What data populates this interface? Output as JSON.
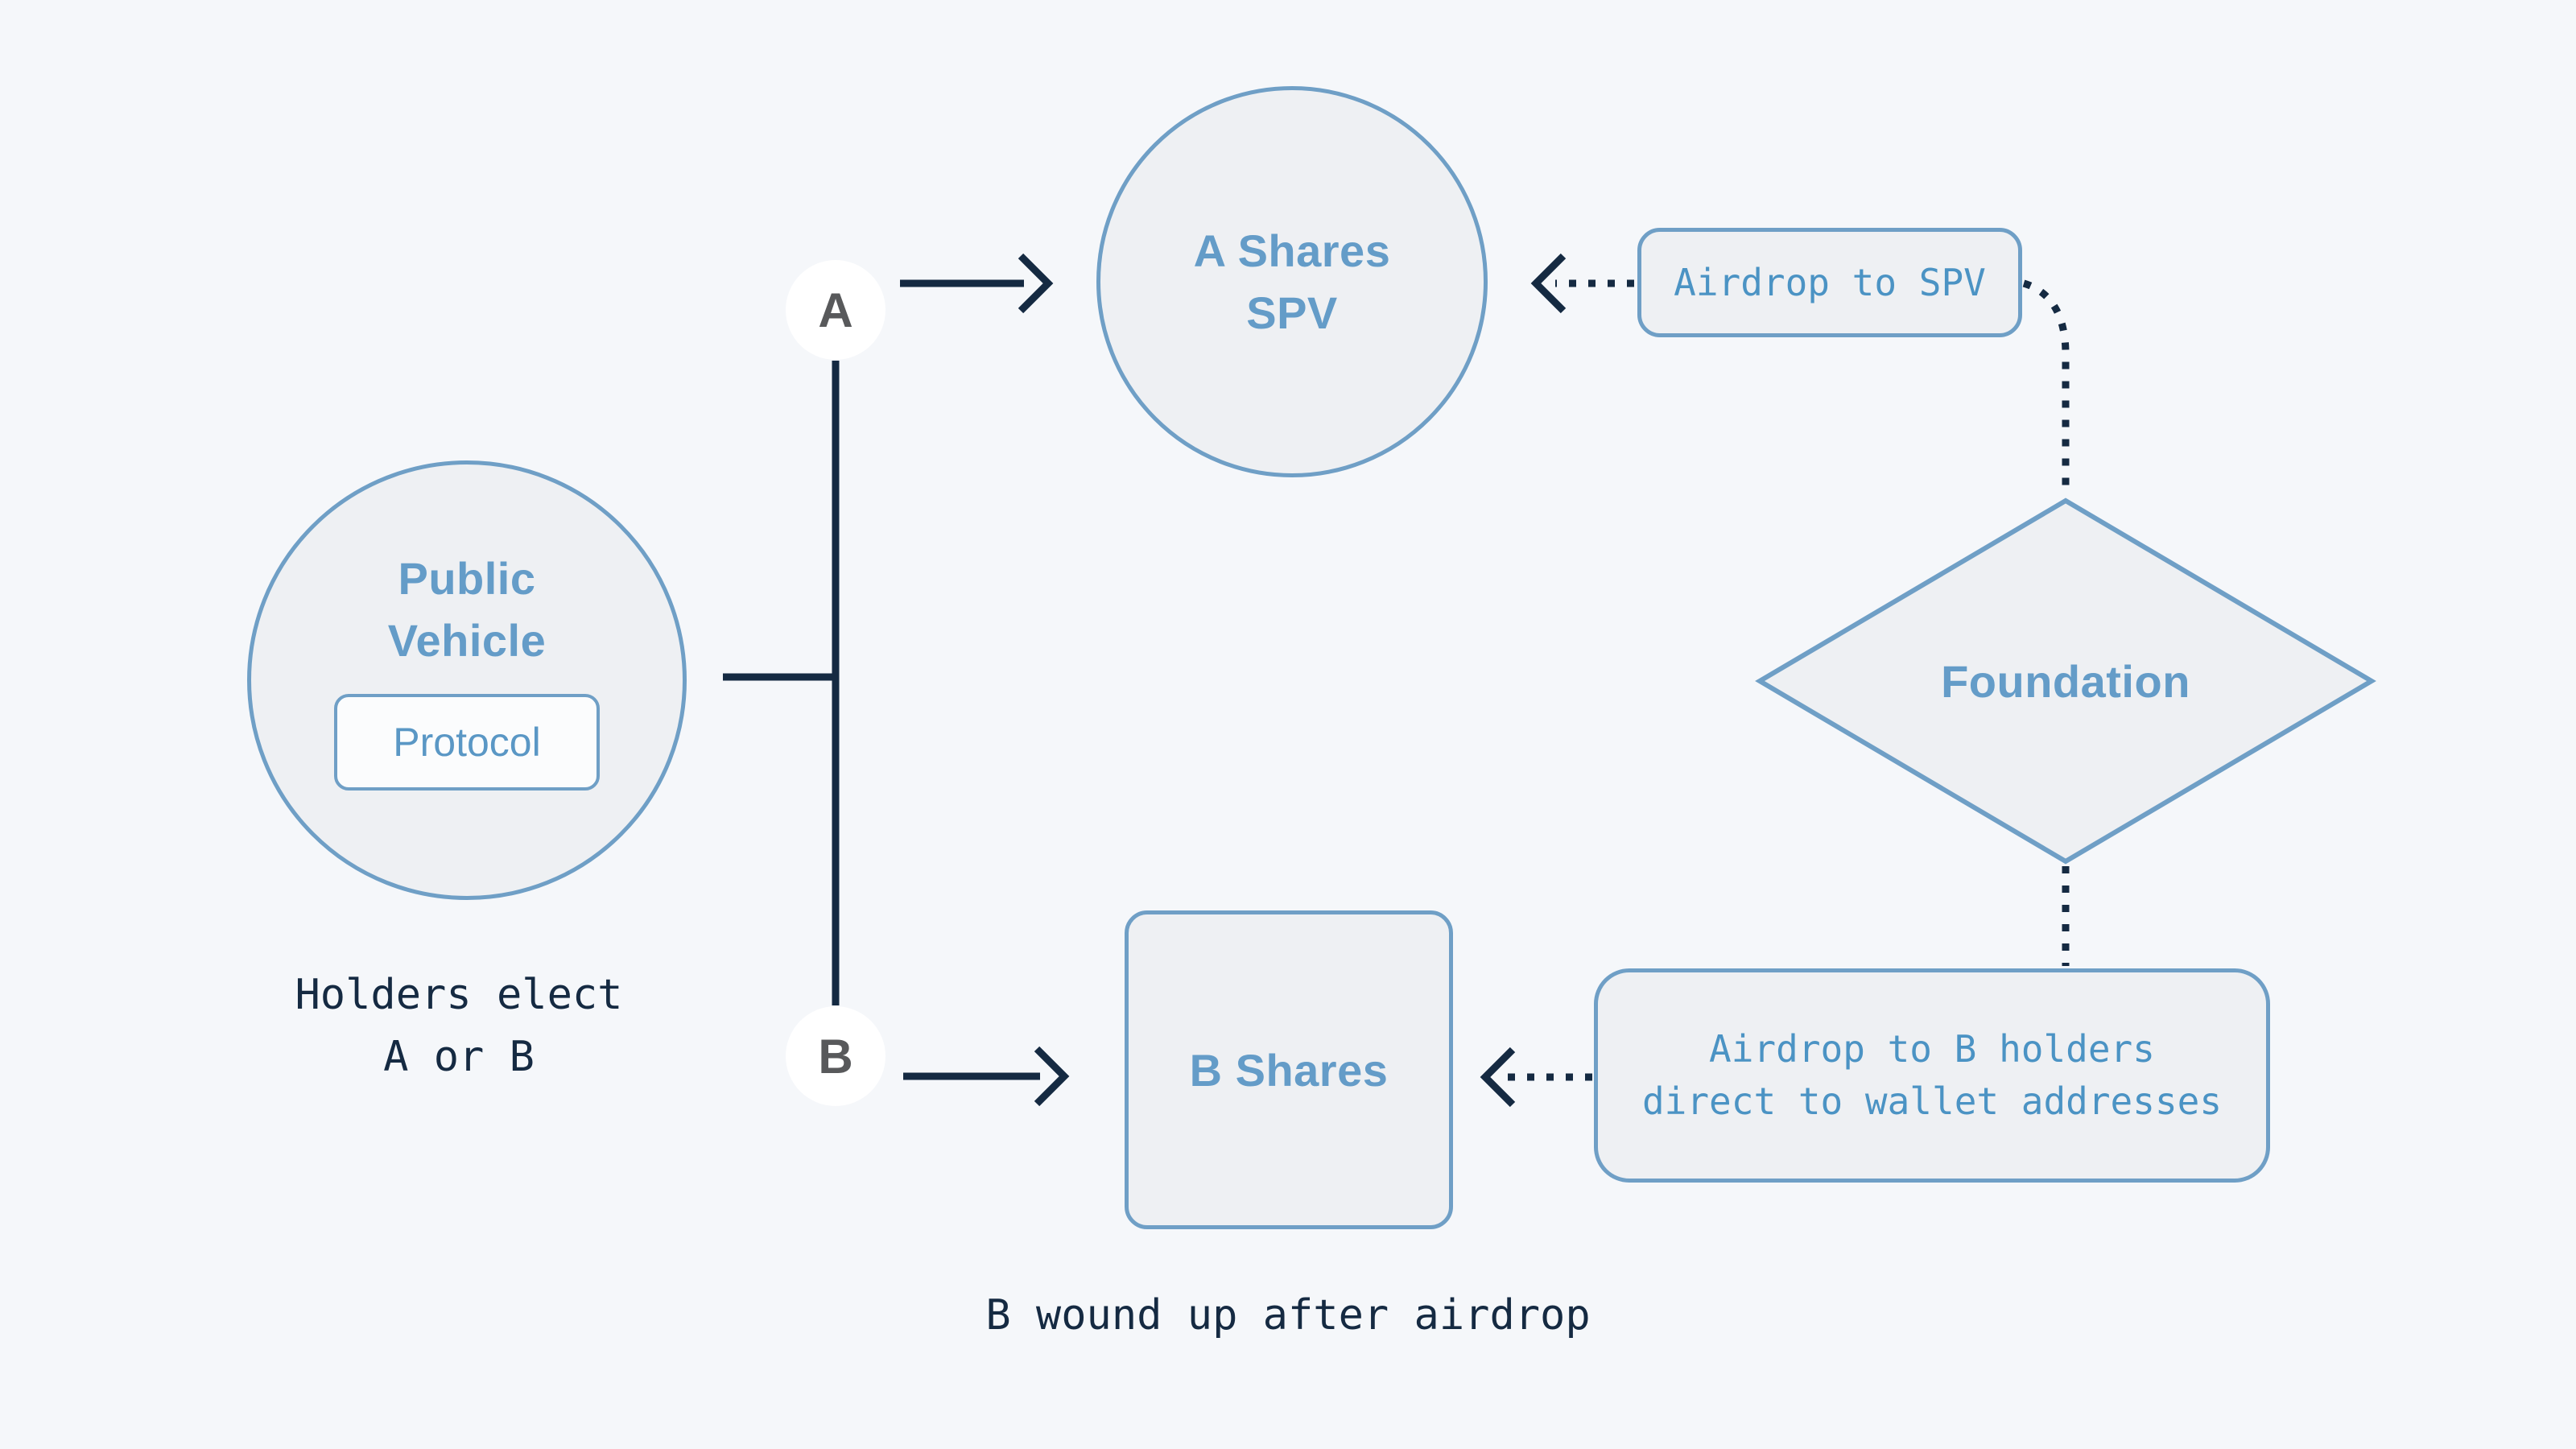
{
  "nodes": {
    "public_vehicle": {
      "line1": "Public",
      "line2": "Vehicle",
      "badge": "Protocol"
    },
    "a_shares_spv": {
      "line1": "A Shares",
      "line2": "SPV"
    },
    "b_shares": {
      "label": "B Shares"
    },
    "foundation": {
      "label": "Foundation"
    },
    "airdrop_to_spv": {
      "label": "Airdrop to SPV"
    },
    "airdrop_to_b": {
      "line1": "Airdrop to B holders",
      "line2": "direct to wallet addresses"
    }
  },
  "connectors": {
    "branch_a_label": "A",
    "branch_b_label": "B"
  },
  "captions": {
    "holders_line1": "Holders elect",
    "holders_line2": "A or B",
    "wound_up": "B wound up after airdrop"
  },
  "colors": {
    "background": "#f5f7fa",
    "node_fill": "#eef0f3",
    "stroke_blue": "#6f9fc6",
    "label_blue": "#649cc8",
    "mono_blue": "#4b93c4",
    "line_navy": "#152a42",
    "badge_letter_gray": "#58595b",
    "badge_fill": "#ffffff"
  }
}
